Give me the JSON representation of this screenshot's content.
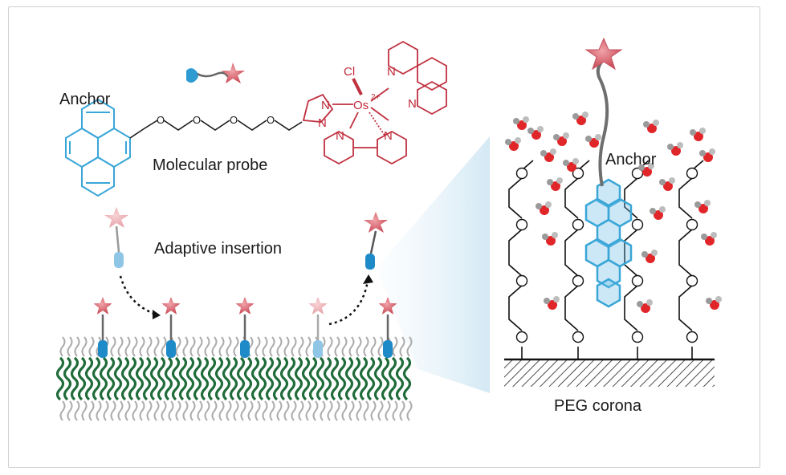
{
  "labels": {
    "anchor_top": "Anchor",
    "molecular_probe": "Molecular probe",
    "adaptive_insertion": "Adaptive insertion",
    "anchor_right": "Anchor",
    "peg_corona": "PEG corona"
  },
  "chem": {
    "oxygen": "O",
    "nitrogen": "N",
    "chlorine": "Cl",
    "osmium": "Os",
    "charge": "2+"
  },
  "colors": {
    "anchor_blue": "#3aa6d8",
    "complex_red": "#c0303f",
    "lipid_green": "#1f6b3a",
    "lipid_grey": "#a8a8a8",
    "star": "#d9727c",
    "oxygen_red": "#e1262a"
  }
}
